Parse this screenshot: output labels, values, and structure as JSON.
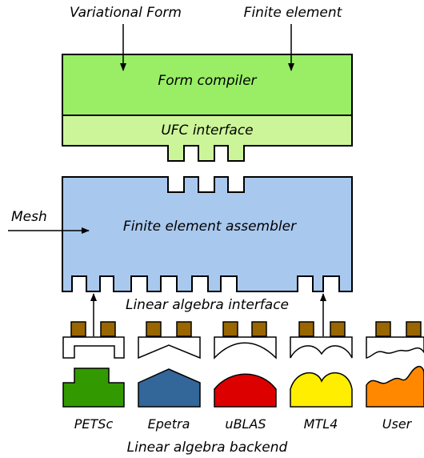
{
  "inputs": {
    "variational_form": "Variational Form",
    "finite_element": "Finite element",
    "mesh": "Mesh"
  },
  "blocks": {
    "form_compiler": "Form compiler",
    "ufc_interface": "UFC interface",
    "assembler": "Finite element assembler",
    "la_interface": "Linear algebra interface"
  },
  "backends": [
    {
      "label": "PETSc",
      "color": "#339900"
    },
    {
      "label": "Epetra",
      "color": "#336699"
    },
    {
      "label": "uBLAS",
      "color": "#dd0000"
    },
    {
      "label": "MTL4",
      "color": "#ffee00"
    },
    {
      "label": "User",
      "color": "#ff8800"
    }
  ],
  "backend_caption": "Linear algebra backend",
  "colors": {
    "form_compiler_fill": "#99ee66",
    "ufc_fill": "#ccf599",
    "assembler_fill": "#a9c8ee",
    "connector_fill": "#996600"
  }
}
